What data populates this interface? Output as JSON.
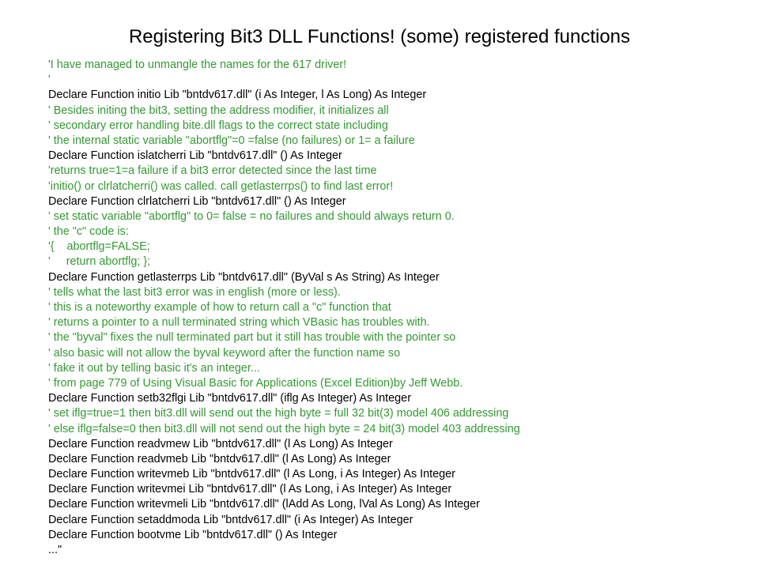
{
  "title": "Registering Bit3 DLL Functions!  (some) registered functions",
  "colors": {
    "code": "#000000",
    "comment": "#339933",
    "background": "#ffffff"
  },
  "lines": [
    {
      "text": "'I have managed to unmangle the names for the 617 driver!",
      "kind": "comment"
    },
    {
      "text": "'",
      "kind": "comment"
    },
    {
      "text": "Declare Function initio Lib \"bntdv617.dll\" (i As Integer, l As Long) As Integer",
      "kind": "code"
    },
    {
      "text": "' Besides initing the bit3, setting the address modifier, it initializes all",
      "kind": "comment"
    },
    {
      "text": "' secondary error handling bite.dll flags to the correct state including",
      "kind": "comment"
    },
    {
      "text": "' the internal static variable \"abortflg\"=0 =false (no failures) or 1= a failure",
      "kind": "comment"
    },
    {
      "text": "Declare Function islatcherri Lib \"bntdv617.dll\" () As Integer",
      "kind": "code"
    },
    {
      "text": "'returns true=1=a failure if a bit3 error detected since the last time",
      "kind": "comment"
    },
    {
      "text": "'initio() or clrlatcherri() was called. call getlasterrps() to find last error!",
      "kind": "comment"
    },
    {
      "text": "Declare Function clrlatcherri Lib \"bntdv617.dll\" () As Integer",
      "kind": "code"
    },
    {
      "text": "' set static variable \"abortflg\" to 0= false = no failures and should always return 0.",
      "kind": "comment"
    },
    {
      "text": "' the \"c\" code is:",
      "kind": "comment"
    },
    {
      "text": "'{    abortflg=FALSE;",
      "kind": "comment"
    },
    {
      "text": "'     return abortflg; };",
      "kind": "comment"
    },
    {
      "text": "Declare Function getlasterrps Lib \"bntdv617.dll\" (ByVal s As String) As Integer",
      "kind": "code"
    },
    {
      "text": "' tells what the last bit3 error was in english (more or less).",
      "kind": "comment"
    },
    {
      "text": "' this is a noteworthy example of how to return call a \"c\" function that",
      "kind": "comment"
    },
    {
      "text": "' returns a pointer to a null terminated string which VBasic has troubles with.",
      "kind": "comment"
    },
    {
      "text": "' the \"byval\" fixes the null terminated part but it still has trouble with the pointer so",
      "kind": "comment"
    },
    {
      "text": "' also basic will not allow the byval keyword after the function name so",
      "kind": "comment"
    },
    {
      "text": "' fake it out by telling basic it's an integer...",
      "kind": "comment"
    },
    {
      "text": "' from page 779 of Using Visual Basic for Applications (Excel Edition)by Jeff Webb.",
      "kind": "comment"
    },
    {
      "text": "Declare Function setb32flgi Lib \"bntdv617.dll\" (iflg As Integer) As Integer",
      "kind": "code"
    },
    {
      "text": "' set iflg=true=1 then bit3.dll will send out the high byte = full 32 bit(3) model 406 addressing",
      "kind": "comment"
    },
    {
      "text": "' else iflg=false=0 then bit3.dll will not send out the high byte = 24 bit(3) model 403 addressing",
      "kind": "comment"
    },
    {
      "text": "Declare Function readvmew Lib \"bntdv617.dll\" (l As Long) As Integer",
      "kind": "code"
    },
    {
      "text": "Declare Function readvmeb Lib \"bntdv617.dll\" (l As Long) As Integer",
      "kind": "code"
    },
    {
      "text": "Declare Function writevmeb Lib \"bntdv617.dll\" (l As Long, i As Integer) As Integer",
      "kind": "code"
    },
    {
      "text": "Declare Function writevmei Lib \"bntdv617.dll\" (l As Long, i As Integer) As Integer",
      "kind": "code"
    },
    {
      "text": "Declare Function writevmeli Lib \"bntdv617.dll\" (lAdd As Long, lVal As Long) As Integer",
      "kind": "code"
    },
    {
      "text": "Declare Function setaddmoda Lib \"bntdv617.dll\" (i As Integer) As Integer",
      "kind": "code"
    },
    {
      "text": "Declare Function bootvme Lib \"bntdv617.dll\" () As Integer",
      "kind": "code"
    },
    {
      "text": "...\"",
      "kind": "code"
    }
  ]
}
